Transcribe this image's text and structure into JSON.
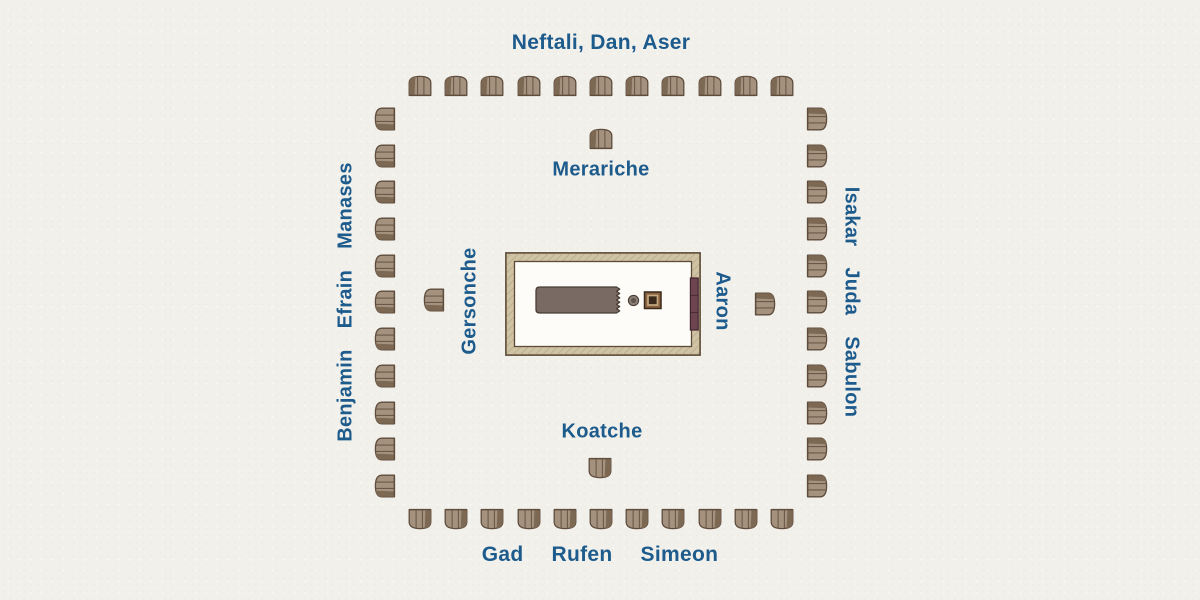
{
  "colors": {
    "background": "#f2f0eb",
    "text": "#1d5b8c",
    "tent_body": "#a5927e",
    "tent_shade": "#7c6853",
    "tent_outline": "#5e4c3d",
    "tent_seam": "#6b5847",
    "court_wall": "#cfc3a4",
    "wall_outline": "#5c4a36",
    "wall_hatch": "#8d7c5e",
    "court_floor": "#fdfcf8",
    "entrance_curtain": "#6d4450",
    "curtain_outline": "#402430",
    "covering": "#796b64",
    "covering_outline": "#4a3d35",
    "laver_outer": "#8c8278",
    "laver_inner": "#5f564d",
    "altar_frame": "#8a623f",
    "altar_ring": "#c4a981",
    "altar_center": "#3a2a1b"
  },
  "camp": {
    "north": {
      "tribes_label": "Neftali, Dan, Aser",
      "tents": 11,
      "inner_group": "Merariche"
    },
    "east": {
      "tribes": [
        "Isakar",
        "Juda",
        "Sabulon"
      ],
      "tents": 11,
      "inner_group": "Aaron"
    },
    "south": {
      "tribes": [
        "Gad",
        "Rufen",
        "Simeon"
      ],
      "tents": 11,
      "inner_group": "Koatche"
    },
    "west": {
      "tribes": [
        "Benjamin",
        "Efrain",
        "Manases"
      ],
      "tents": 11,
      "inner_group": "Gersonche"
    }
  },
  "icons": {
    "tent": "tent-icon",
    "courtyard": "tabernacle-courtyard",
    "curtain": "entrance-curtain",
    "covering": "tabernacle-covering",
    "laver": "laver-basin",
    "altar": "altar"
  }
}
